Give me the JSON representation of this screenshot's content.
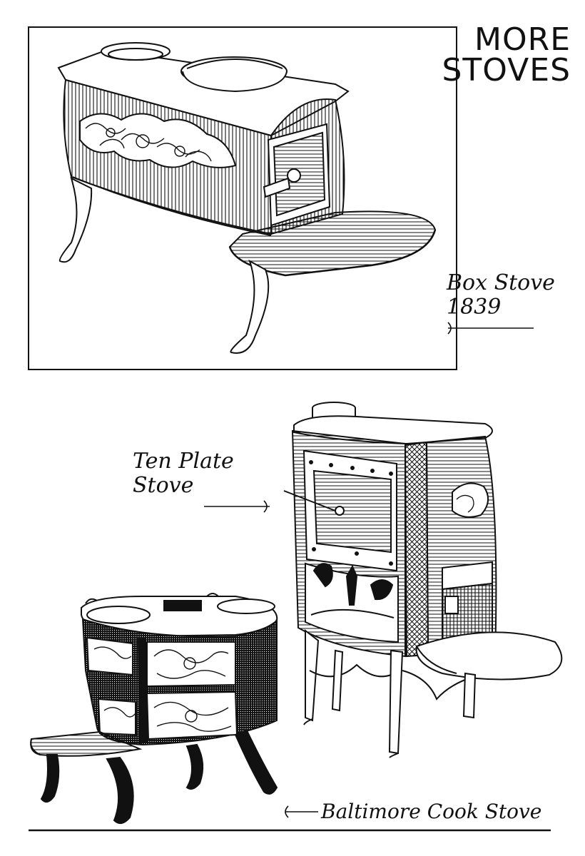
{
  "title": "MORE\nSTOVES",
  "captions": {
    "box_stove": "Box Stove\n1839",
    "ten_plate_stove": "Ten Plate\nStove",
    "baltimore_cook_stove": "Baltimore Cook Stove"
  },
  "illustrations": {
    "box_stove": "box-stove-engraving",
    "ten_plate_stove": "ten-plate-stove-engraving",
    "baltimore_cook_stove": "baltimore-cook-stove-engraving"
  },
  "colors": {
    "ink": "#111111",
    "paper": "#ffffff"
  }
}
